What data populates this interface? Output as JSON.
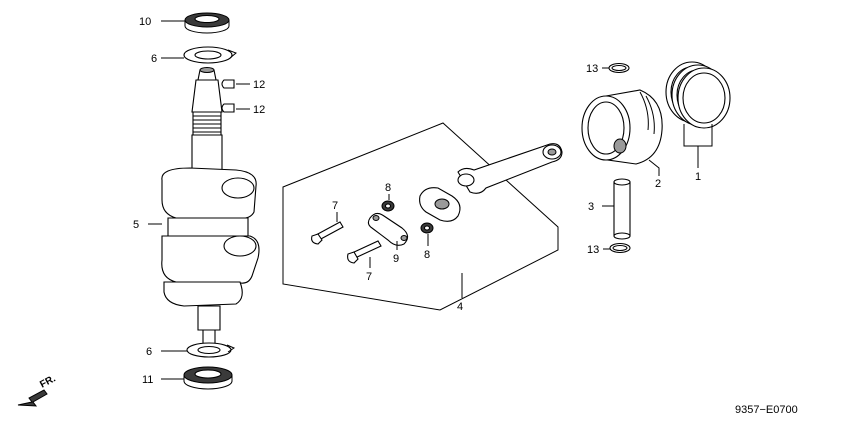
{
  "callouts": {
    "c1": "1",
    "c2": "2",
    "c3": "3",
    "c4": "4",
    "c5": "5",
    "c6a": "6",
    "c6b": "6",
    "c7a": "7",
    "c7b": "7",
    "c8a": "8",
    "c8b": "8",
    "c9": "9",
    "c10": "10",
    "c11": "11",
    "c12a": "12",
    "c12b": "12",
    "c13a": "13",
    "c13b": "13"
  },
  "front_marker": "FR.",
  "diagram_code": "9357−E0700"
}
